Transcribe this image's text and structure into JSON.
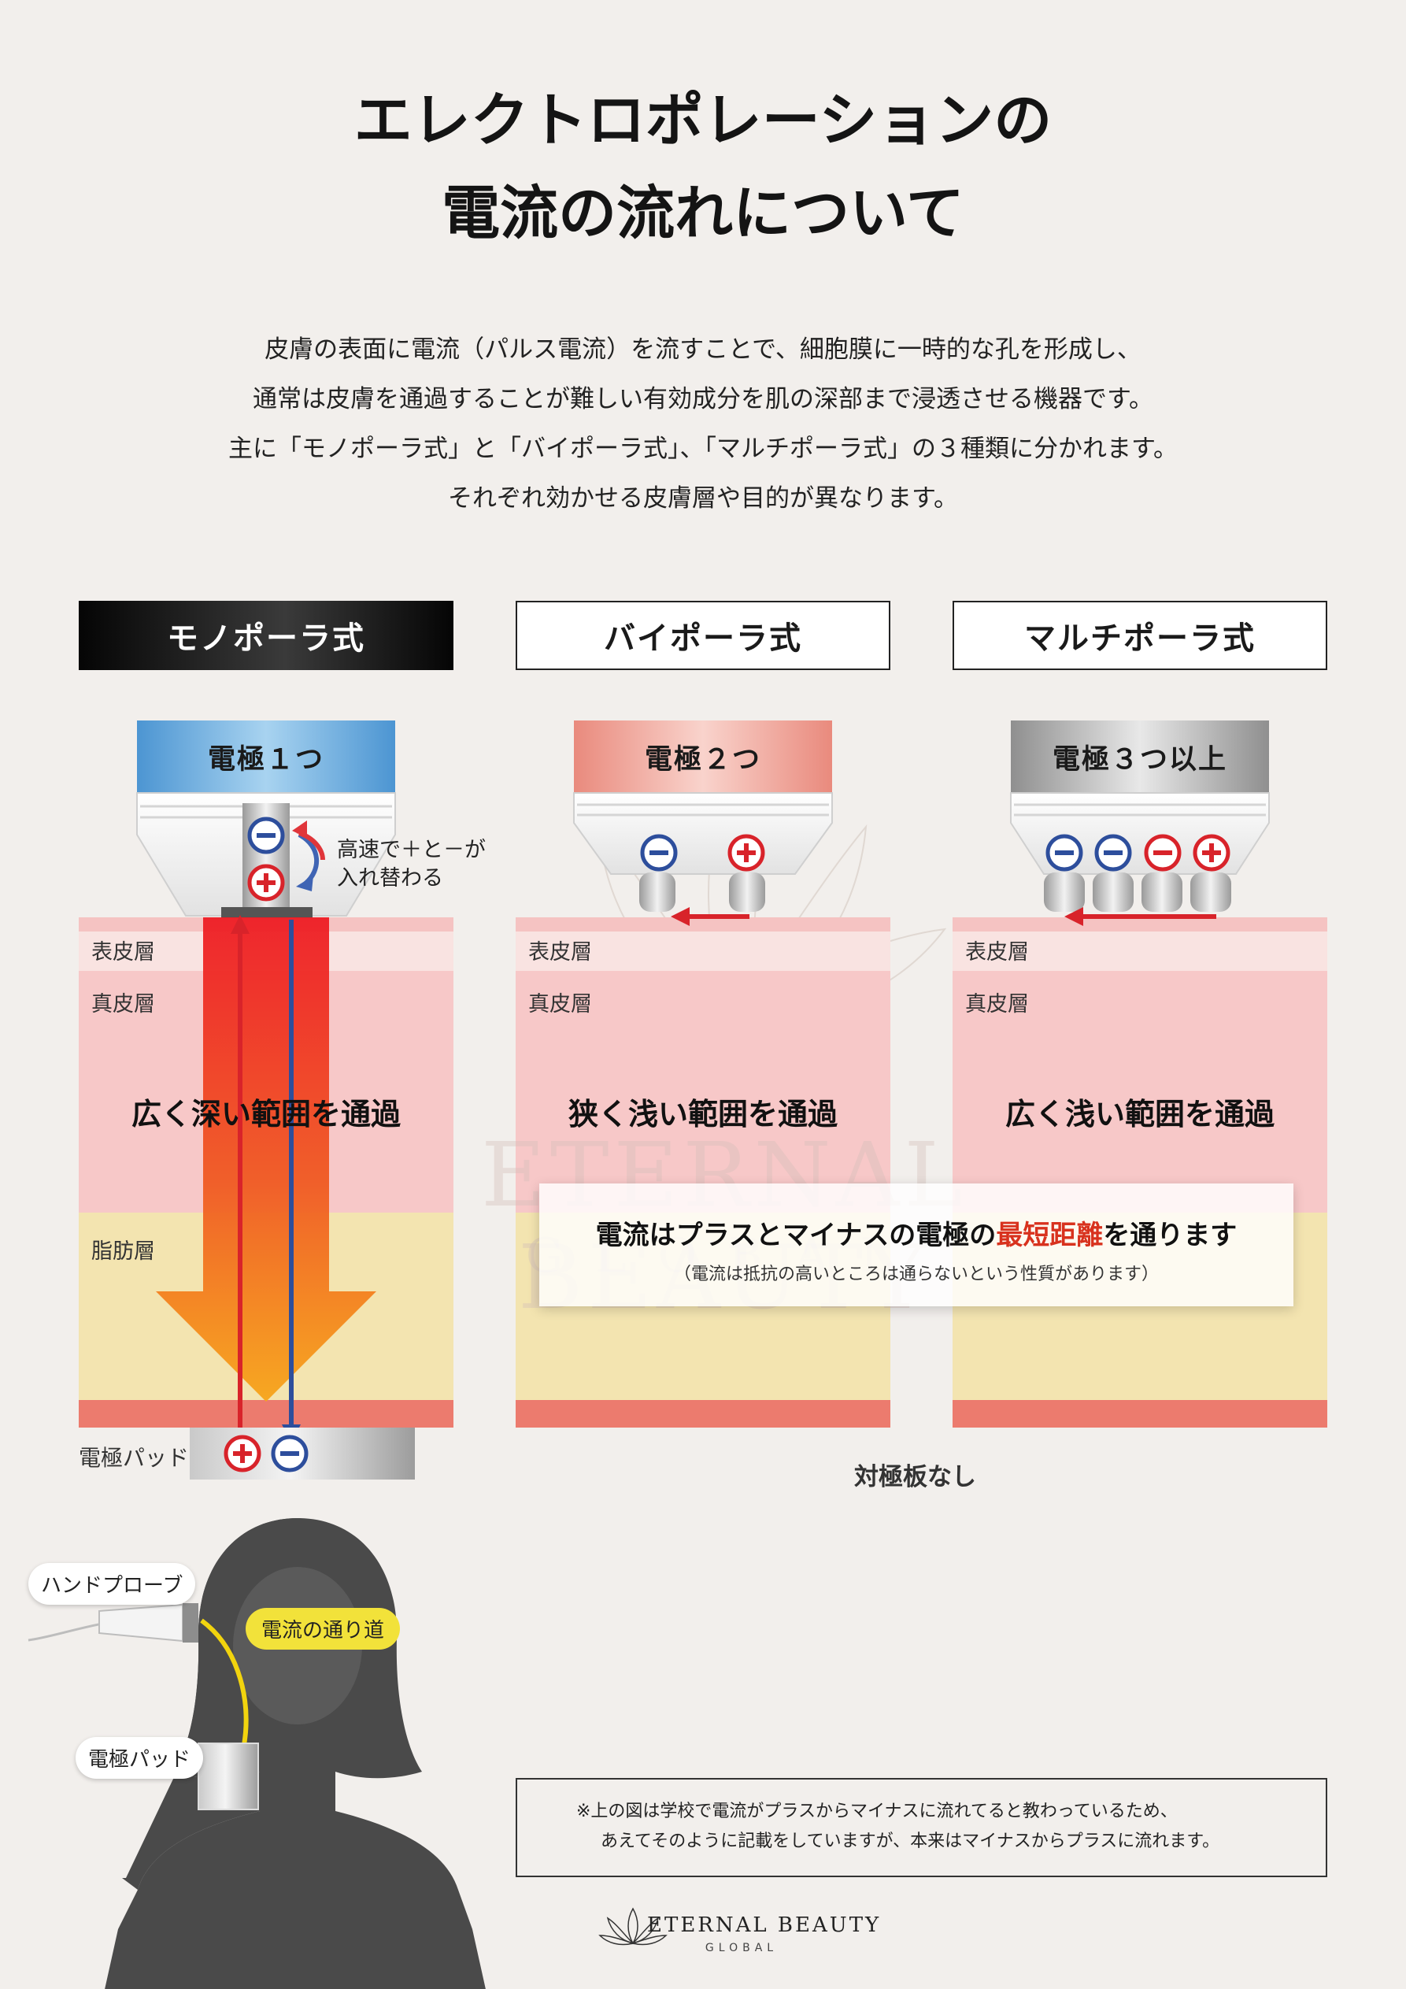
{
  "title": {
    "line1": "エレクトロポレーションの",
    "line2": "電流の流れについて"
  },
  "intro": [
    "皮膚の表面に電流（パルス電流）を流すことで、細胞膜に一時的な孔を形成し、",
    "通常は皮膚を通過することが難しい有効成分を肌の深部まで浸透させる機器です。",
    "主に「モノポーラ式」と「バイポーラ式」、「マルチポーラ式」の３種類に分かれます。",
    "それぞれ効かせる皮膚層や目的が異なります。"
  ],
  "columns": [
    {
      "header": "モノポーラ式",
      "electrode": "電極１つ",
      "epidermis": "表皮層",
      "dermis": "真皮層",
      "fat": "脂肪層",
      "range": "広く深い範囲を通過"
    },
    {
      "header": "バイポーラ式",
      "electrode": "電極２つ",
      "epidermis": "表皮層",
      "dermis": "真皮層",
      "range": "狭く浅い範囲を通過"
    },
    {
      "header": "マルチポーラ式",
      "electrode": "電極３つ以上",
      "epidermis": "表皮層",
      "dermis": "真皮層",
      "range": "広く浅い範囲を通過"
    }
  ],
  "swap_label": {
    "line1": "高速で＋と－が",
    "line2": "入れ替わる"
  },
  "pad_label": "電極パッド",
  "shortest": {
    "before": "電流はプラスとマイナスの電極の",
    "highlight": "最短距離",
    "after": "を通ります",
    "sub": "（電流は抵抗の高いところは通らないという性質があります）"
  },
  "no_counter": "対極板なし",
  "figure": {
    "probe": "ハンドプローブ",
    "path": "電流の通り道",
    "pad": "電極パッド"
  },
  "footnote": {
    "line1": "※上の図は学校で電流がプラスからマイナスに流れてると教わっているため、",
    "line2": "あえてそのように記載をしていますが、本来はマイナスからプラスに流れます。"
  },
  "brand": {
    "name": "ETERNAL BEAUTY",
    "sub": "GLOBAL"
  },
  "watermark": {
    "name": "ETERNAL BEAUTY",
    "sub": "GLOBAL"
  },
  "colors": {
    "epidermis": "#f9e3e1",
    "dermis": "#f7c8c8",
    "fat": "#f3e4b0",
    "muscle": "#ec7b6e",
    "plus": "#d8232a",
    "minus": "#2d4e9c",
    "highlight": "#d8321e",
    "path": "#f2d40e"
  }
}
